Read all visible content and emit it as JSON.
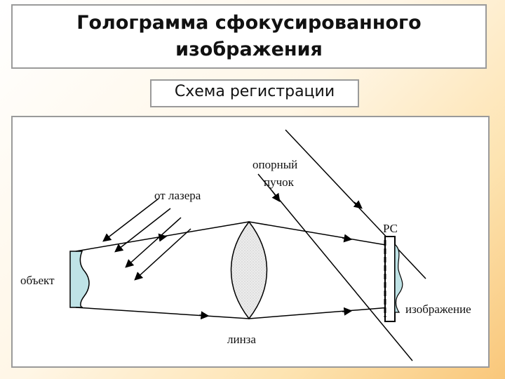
{
  "slide": {
    "title": "Голограмма сфокусированного изображения",
    "subtitle": "Схема регистрации"
  },
  "diagram": {
    "labels": {
      "reference_beam_line1": "опорный",
      "reference_beam_line2": "пучок",
      "from_laser": "от лазера",
      "object": "объект",
      "lens": "линза",
      "recording_medium": "РС",
      "image": "изображение"
    },
    "colors": {
      "object_fill": "#bfe3e6",
      "lens_fill": "#e6e6e6",
      "stroke": "#000000"
    }
  }
}
